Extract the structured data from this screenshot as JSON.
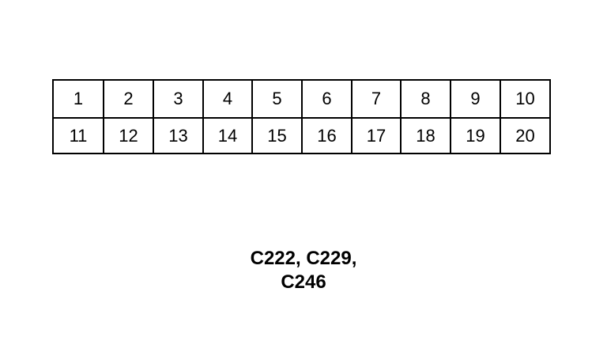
{
  "connector": {
    "top_row": [
      "1",
      "2",
      "3",
      "4",
      "5",
      "6",
      "7",
      "8",
      "9",
      "10"
    ],
    "bottom_row": [
      "11",
      "12",
      "13",
      "14",
      "15",
      "16",
      "17",
      "18",
      "19",
      "20"
    ]
  },
  "caption": {
    "line1": "C222, C229,",
    "line2": "C246"
  }
}
